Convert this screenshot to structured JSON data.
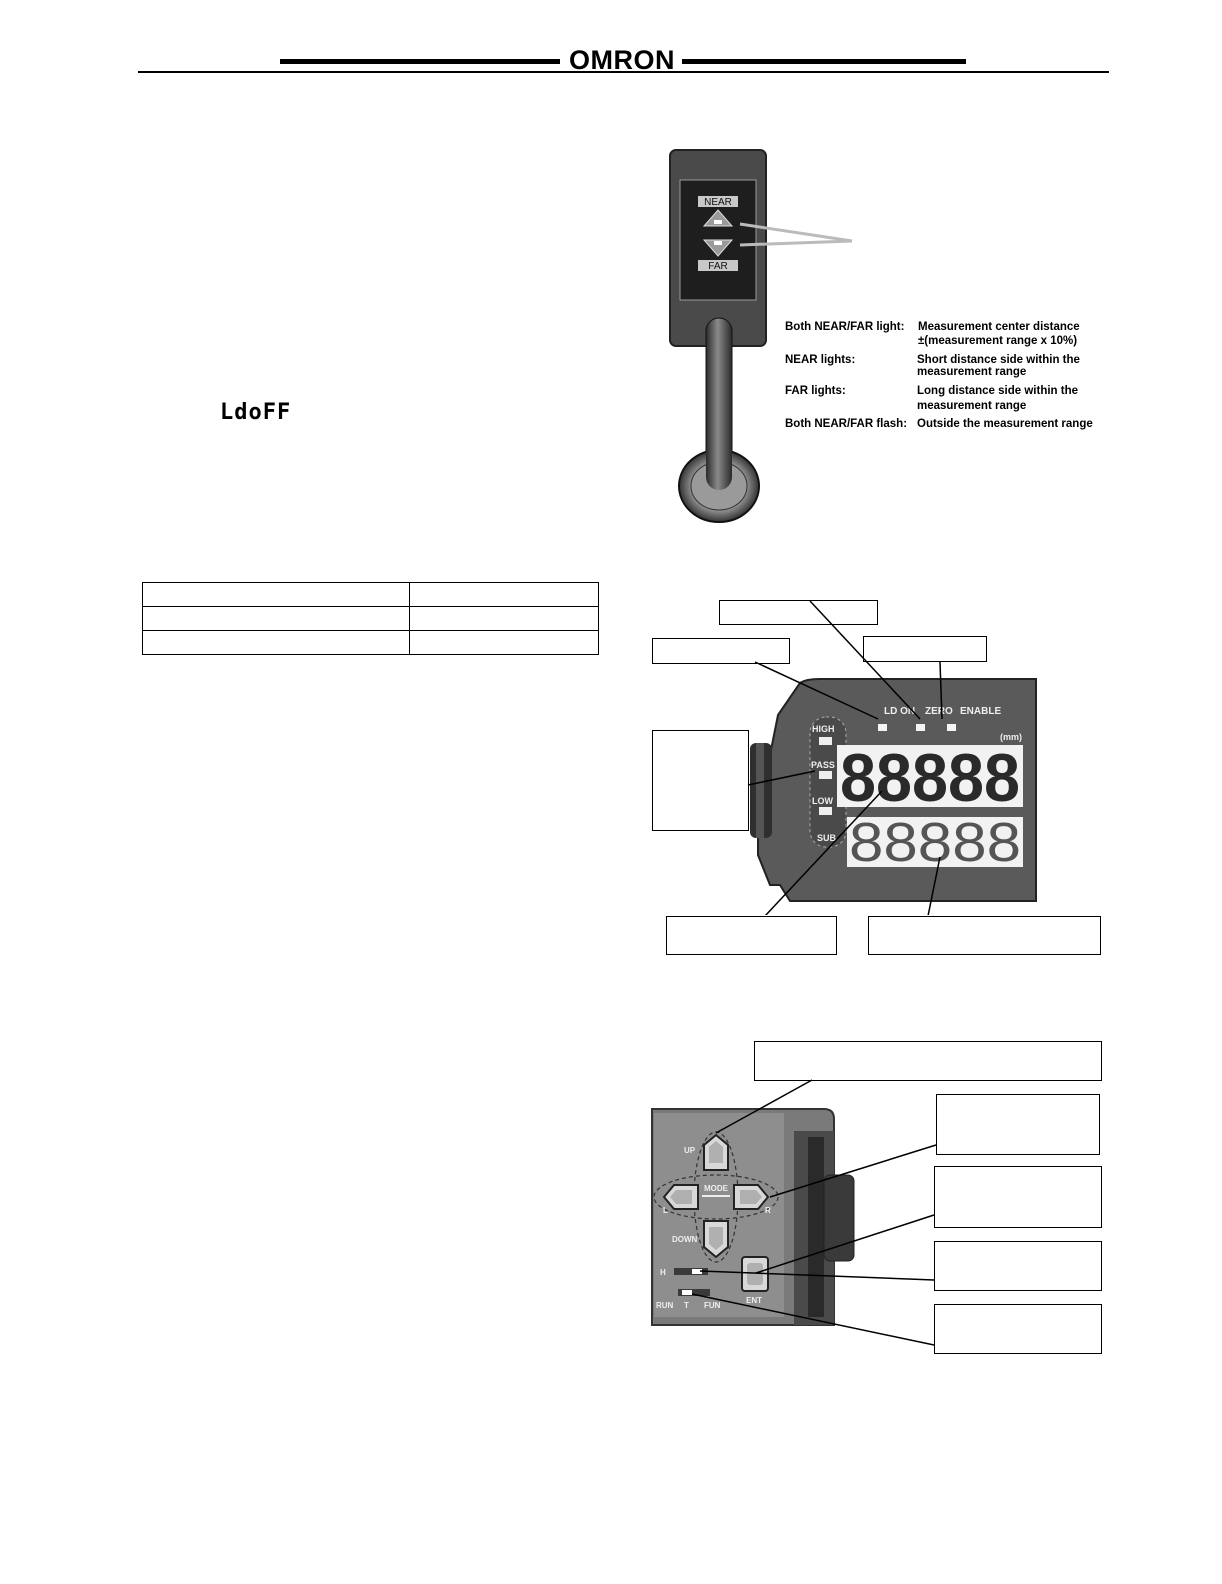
{
  "header": {
    "brand": "OMRON"
  },
  "display_readout": "LdoFF",
  "sensor_head": {
    "near_label": "NEAR",
    "far_label": "FAR",
    "legend": [
      {
        "term": "Both NEAR/FAR light:",
        "desc1": "Measurement center distance",
        "desc2": "±(measurement range x 10%)"
      },
      {
        "term": "NEAR lights:",
        "desc1": "Short distance side within the",
        "desc2": "measurement range"
      },
      {
        "term": "FAR lights:",
        "desc1": "Long distance side within the",
        "desc2": "measurement range"
      },
      {
        "term": "Both NEAR/FAR flash:",
        "desc1": "Outside the measurement range",
        "desc2": ""
      }
    ]
  },
  "display_panel": {
    "indicators": [
      "LD ON",
      "ZERO",
      "ENABLE"
    ],
    "judgement": [
      "HIGH",
      "PASS",
      "LOW",
      "SUB"
    ],
    "unit": "(mm)",
    "main_digits": "88888",
    "sub_digits": "88888"
  },
  "control_panel": {
    "up": "UP",
    "down": "DOWN",
    "left": "L",
    "right": "R",
    "mode": "MODE",
    "enter": "ENT",
    "switch_h": "H",
    "mode_switch": [
      "RUN",
      "T",
      "FUN"
    ]
  },
  "colors": {
    "device_dark": "#3a3a3a",
    "device_mid": "#6e6e6e",
    "device_light": "#b5b5b5",
    "lcd_bg": "#f2f2f2"
  }
}
